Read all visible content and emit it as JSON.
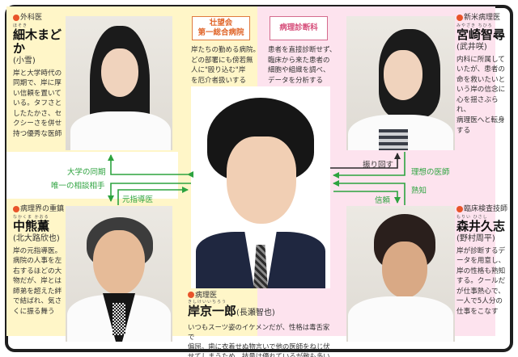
{
  "hospital_label": {
    "line1": "壮望会",
    "line2": "第一総合病院",
    "description": [
      "岸たちの勤める病院。",
      "どの部署にも傍若無",
      "人に\"殴り込む\"岸",
      "を厄介者扱いする"
    ]
  },
  "department_label": {
    "title": "病理診断科",
    "description": [
      "患者を直接診断せず、",
      "臨床から来た患者の",
      "細胞や組織を調べ、",
      "データを分析する"
    ]
  },
  "characters": {
    "hosoki": {
      "role": "外科医",
      "furigana": "ほそき",
      "name": "細木まどか",
      "actor": "(小雪)",
      "description": [
        "岸と大学時代の",
        "同期で、岸に厚",
        "い信頼を置いて",
        "いる。タフさと",
        "したたかさ、セ",
        "クシーさを併せ",
        "持つ優秀な医師"
      ]
    },
    "miyazaki": {
      "role": "新米病理医",
      "furigana": "みやざき ちひろ",
      "name": "宮崎智尋",
      "actor": "(武井咲)",
      "description": [
        "内科に所属して",
        "いたが、患者の",
        "命を救いたいと",
        "いう岸の信念に",
        "心を揺さぶられ、",
        "病理医へと転身",
        "する"
      ]
    },
    "nakaguma": {
      "role": "病理界の重鎮",
      "furigana": "なかくま かおる",
      "name": "中熊薫",
      "actor": "(北大路欣也)",
      "description": [
        "岸の元指導医。",
        "病院の人事を左",
        "右するほどの大",
        "物だが、岸とは",
        "師弟を超えた絆",
        "で結ばれ、気さ",
        "くに振る舞う"
      ]
    },
    "morii": {
      "role": "臨床検査技師",
      "furigana": "もりい ひさし",
      "name": "森井久志",
      "actor": "(野村周平)",
      "description": [
        "岸が診断するデ",
        "ータを用意し、",
        "岸の性格も熟知",
        "する。クールだ",
        "が仕事熱心で、",
        "一人で5人分の",
        "仕事をこなす"
      ]
    },
    "kishi": {
      "role": "病理医",
      "furigana": "きしけいいちろう",
      "name": "岸京一郎",
      "actor": "(長瀬智也)",
      "description": [
        "いつもスーツ姿のイケメンだが、性格は毒舌家で",
        "偏屈。歯に衣着せぬ物言いで他の医師をねじ伏",
        "せてしまうため、技量は優れているが敵も多い"
      ]
    }
  },
  "relations": {
    "daigaku_doki": "大学の同期",
    "yuiitsu_soudan": "唯一の相談相手",
    "moto_shidoui": "元指導医",
    "furimawasu": "振り回す",
    "risou_no_ishi": "理想の医師",
    "jukuchi": "熟知",
    "shinrai": "信頼"
  },
  "colors": {
    "frame": "#1e1e1e",
    "left_bg": "#fff6c8",
    "right_bg": "#fde3ee",
    "arrow_green": "#2da33f",
    "role_dot": "#e8542a",
    "hospital_accent": "#e0662a",
    "dept_accent": "#d64f7b"
  }
}
